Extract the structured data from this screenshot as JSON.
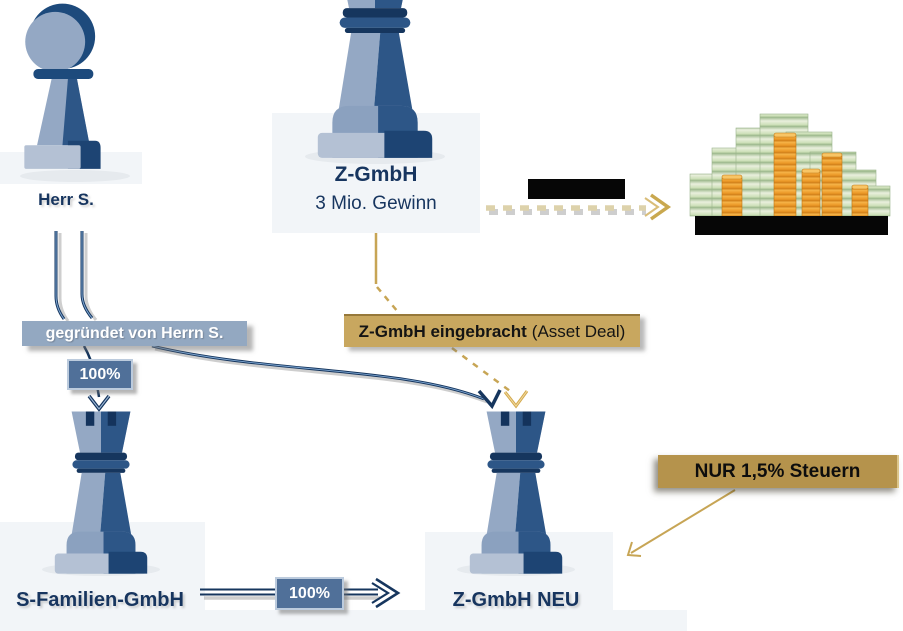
{
  "entities": {
    "herr_s": {
      "label": "Herr S."
    },
    "z_gmbh": {
      "title": "Z-GmbH",
      "subtitle": "3 Mio. Gewinn"
    },
    "s_familien_gmbh": {
      "label": "S-Familien-GmbH"
    },
    "z_gmbh_neu": {
      "label": "Z-GmbH NEU"
    }
  },
  "annotations": {
    "founded_label": "gegründet von Herrn S.",
    "ownership_top": "100%",
    "ownership_bottom": "100%",
    "contribution_bold": "Z-GmbH eingebracht",
    "contribution_note": "(Asset Deal)",
    "tax_callout": "NUR 1,5% Steuern"
  },
  "colors": {
    "piece_light": "#94a8c4",
    "piece_dark": "#1d4a7c",
    "piece_mid": "#2d5687",
    "label_navy": "#17355f",
    "slate_box": "#93a8c1",
    "share_box": "#507099",
    "gold_box": "#c8a75f",
    "tax_box": "#b5934c",
    "gold_line": "#c7a555",
    "arrow_navy": "#16365e",
    "bill_green": "#cbdfb6",
    "coin_orange": "#ec9a28",
    "redaction": "#060606"
  }
}
